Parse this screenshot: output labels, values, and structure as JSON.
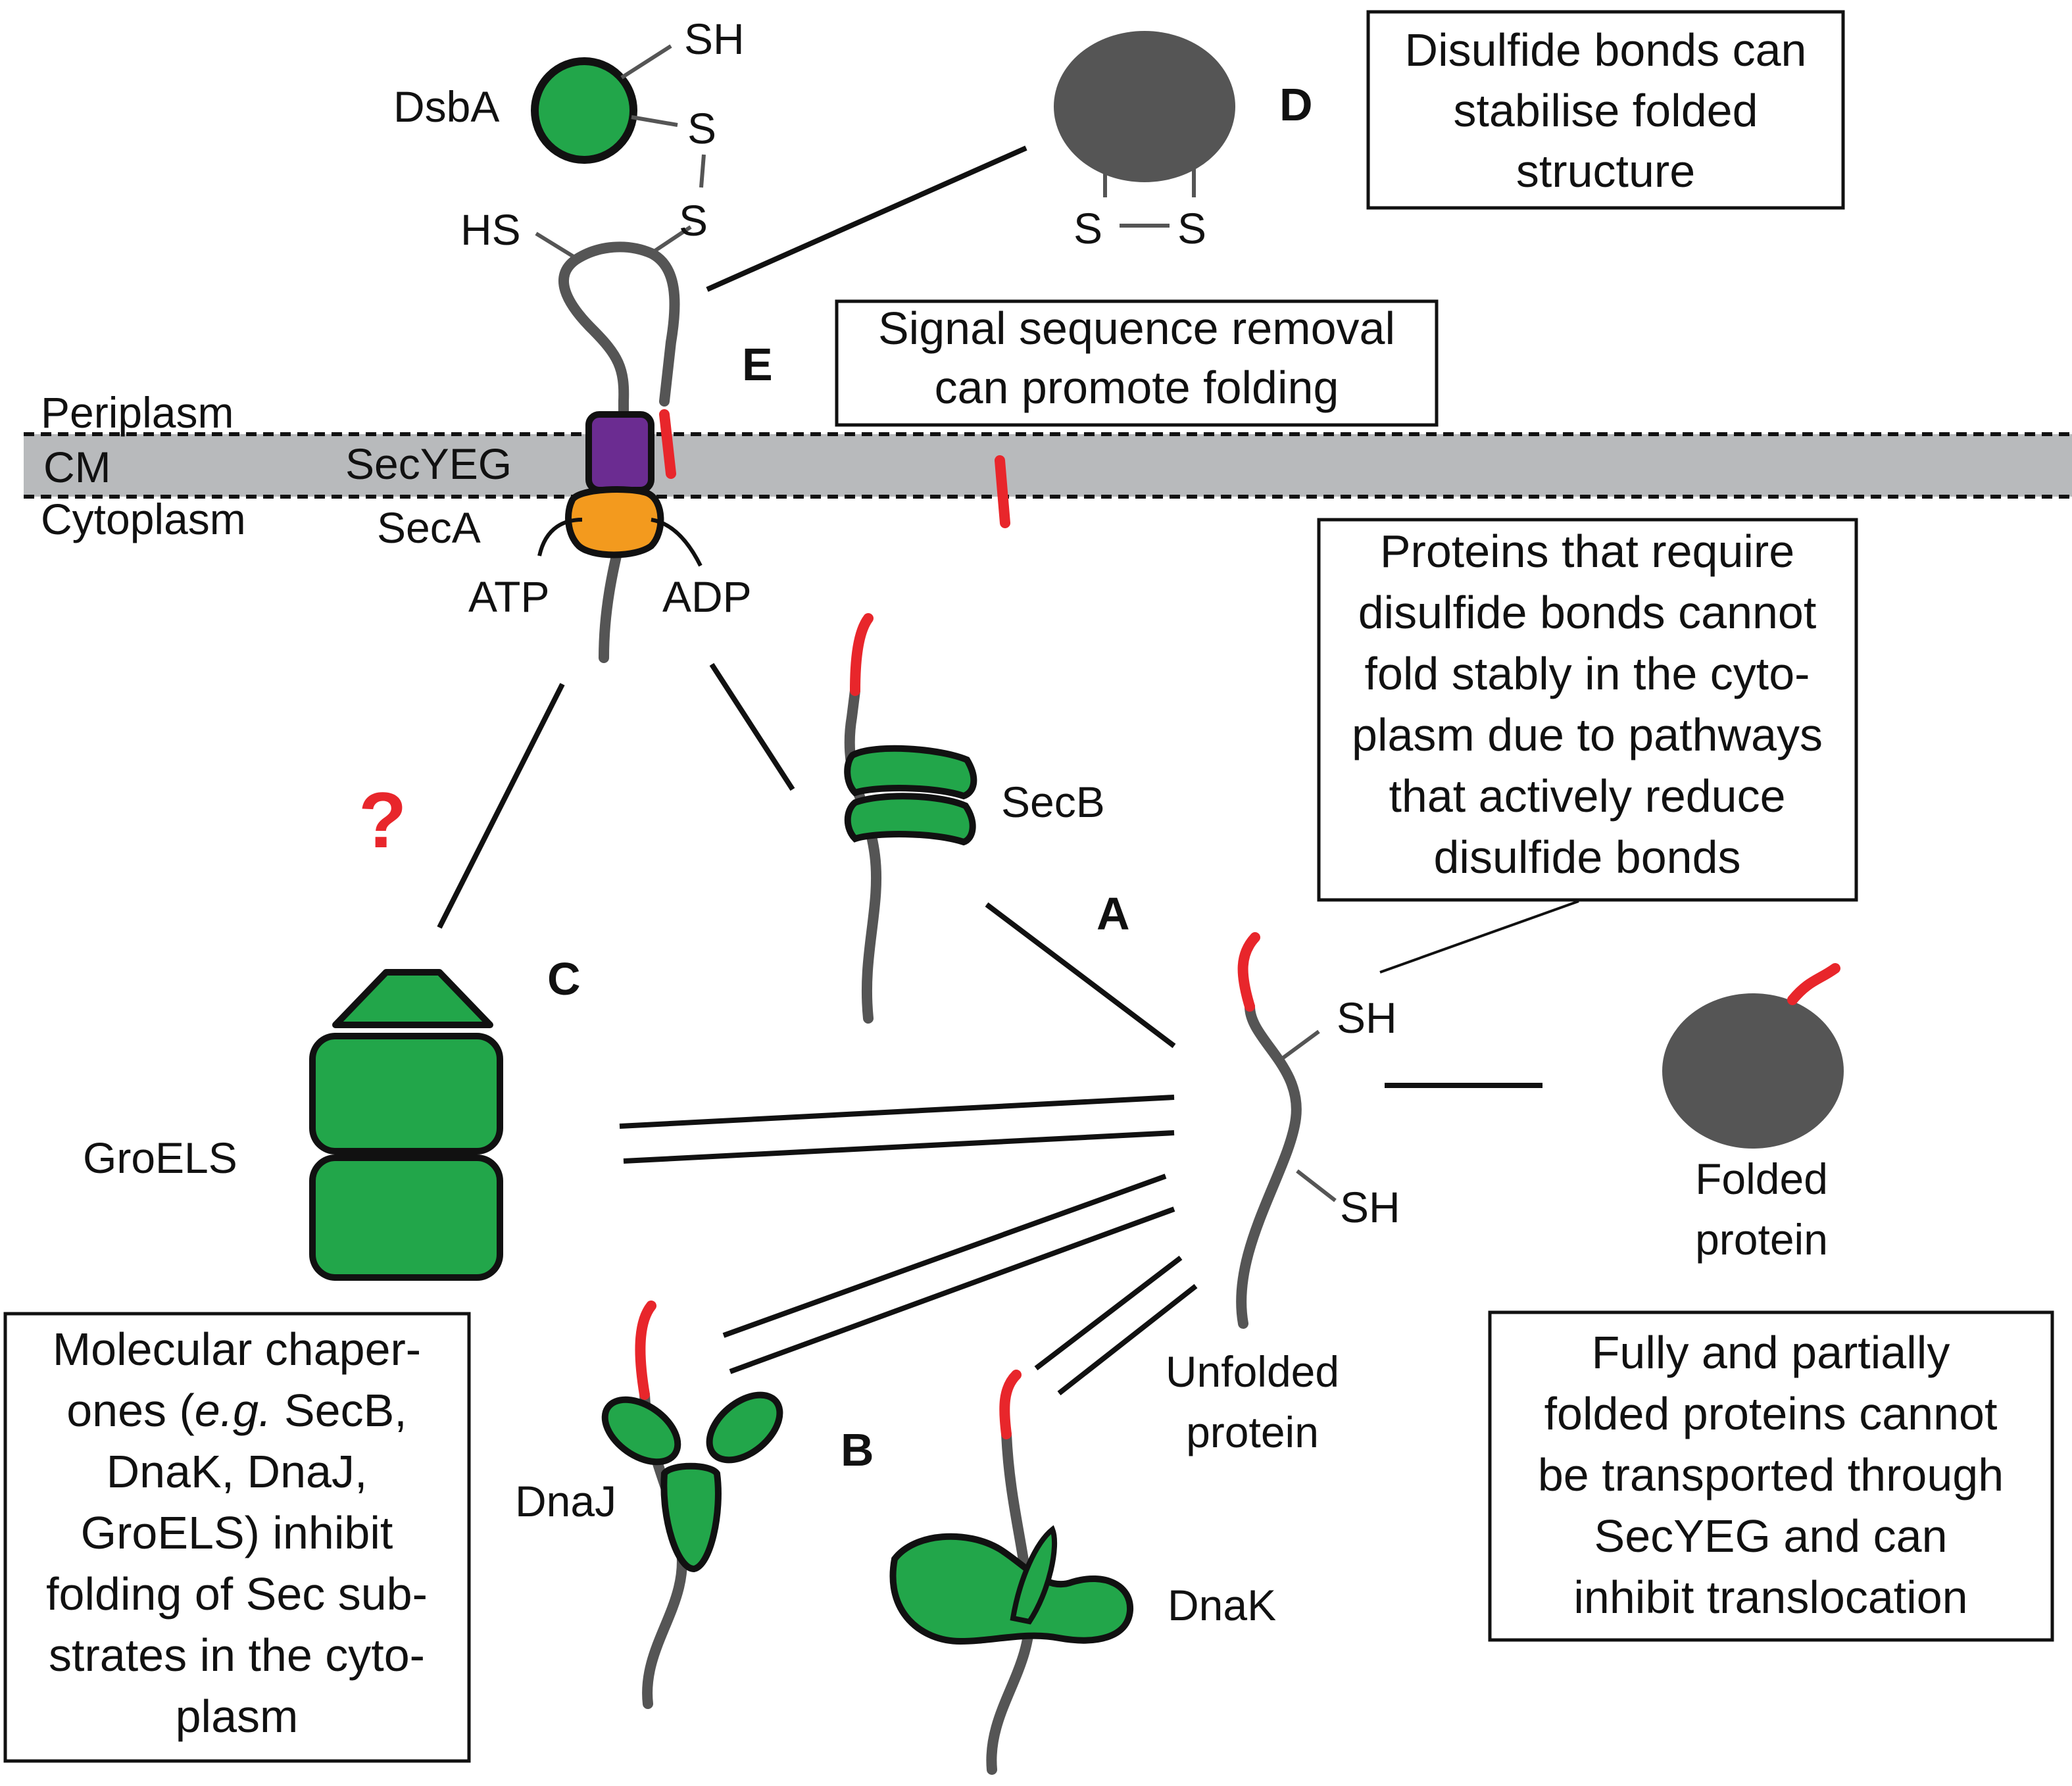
{
  "compartments": {
    "periplasm": "Periplasm",
    "membrane": "CM",
    "cytoplasm": "Cytoplasm"
  },
  "labels": {
    "dsba": "DsbA",
    "secyeg": "SecYEG",
    "seca": "SecA",
    "atp": "ATP",
    "adp": "ADP",
    "secb": "SecB",
    "groels": "GroELS",
    "dnaj": "DnaJ",
    "dnak": "DnaK",
    "folded_protein": [
      "Folded",
      "protein"
    ],
    "unfolded_protein": [
      "Unfolded",
      "protein"
    ],
    "question_mark": "?"
  },
  "thiol_labels": {
    "sh_dsba": "SH",
    "s_dsba": "S",
    "s_substrate": "S",
    "hs_substrate": "HS",
    "s_folded_left": "S",
    "s_folded_right": "S",
    "sh_upper": "SH",
    "sh_lower": "SH"
  },
  "pathway_letters": {
    "a": "A",
    "b": "B",
    "c": "C",
    "d": "D",
    "e": "E"
  },
  "boxes": {
    "disulfide_stabilise": [
      "Disulfide bonds can",
      "stabilise folded",
      "structure"
    ],
    "signal_sequence": [
      "Signal sequence removal",
      "can promote folding"
    ],
    "cyto_disulfide": [
      "Proteins that require",
      "disulfide bonds cannot",
      "fold stably in the cyto-",
      "plasm due to pathways",
      "that actively reduce",
      "disulfide bonds"
    ],
    "chaperones": [
      "Molecular chaper-",
      "ones (|e.g.| SecB,",
      "DnaK, DnaJ,",
      "GroELS) inhibit",
      "folding of Sec sub-",
      "strates in the cyto-",
      "plasm"
    ],
    "folded_inhibit": [
      "Fully and partially",
      "folded proteins cannot",
      "be transported through",
      "SecYEG and can",
      "inhibit translocation"
    ]
  },
  "colors": {
    "chaperone_green": "#22a64a",
    "protein_grey": "#555555",
    "signal_red": "#e8262b",
    "secyeg_purple": "#6b2c91",
    "seca_orange": "#f39a1e",
    "membrane_grey": "#b8babc"
  }
}
